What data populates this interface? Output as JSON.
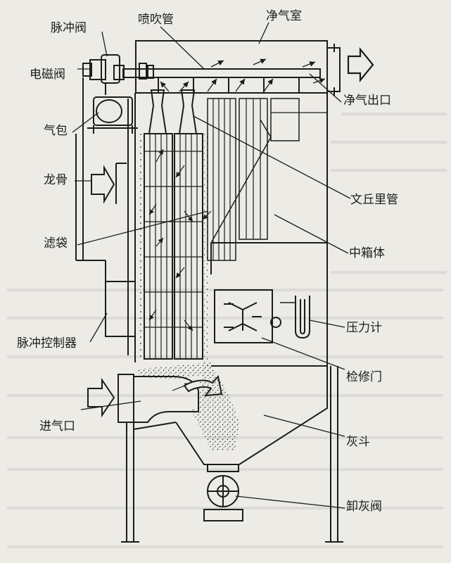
{
  "diagram": {
    "labels": {
      "pulse_valve": "脉冲阀",
      "blow_pipe": "喷吹管",
      "clean_air_chamber": "净气室",
      "solenoid_valve": "电磁阀",
      "clean_air_outlet": "净气出口",
      "air_bag": "气包",
      "keel": "龙骨",
      "venturi_tube": "文丘里管",
      "filter_bag": "滤袋",
      "middle_box": "中箱体",
      "pressure_gauge": "压力计",
      "pulse_controller": "脉冲控制器",
      "access_door": "检修门",
      "air_inlet": "进气口",
      "ash_hopper": "灰斗",
      "discharge_valve": "卸灰阀"
    },
    "colors": {
      "background": "#ecebe6",
      "ink": "#1c1c1c"
    }
  }
}
